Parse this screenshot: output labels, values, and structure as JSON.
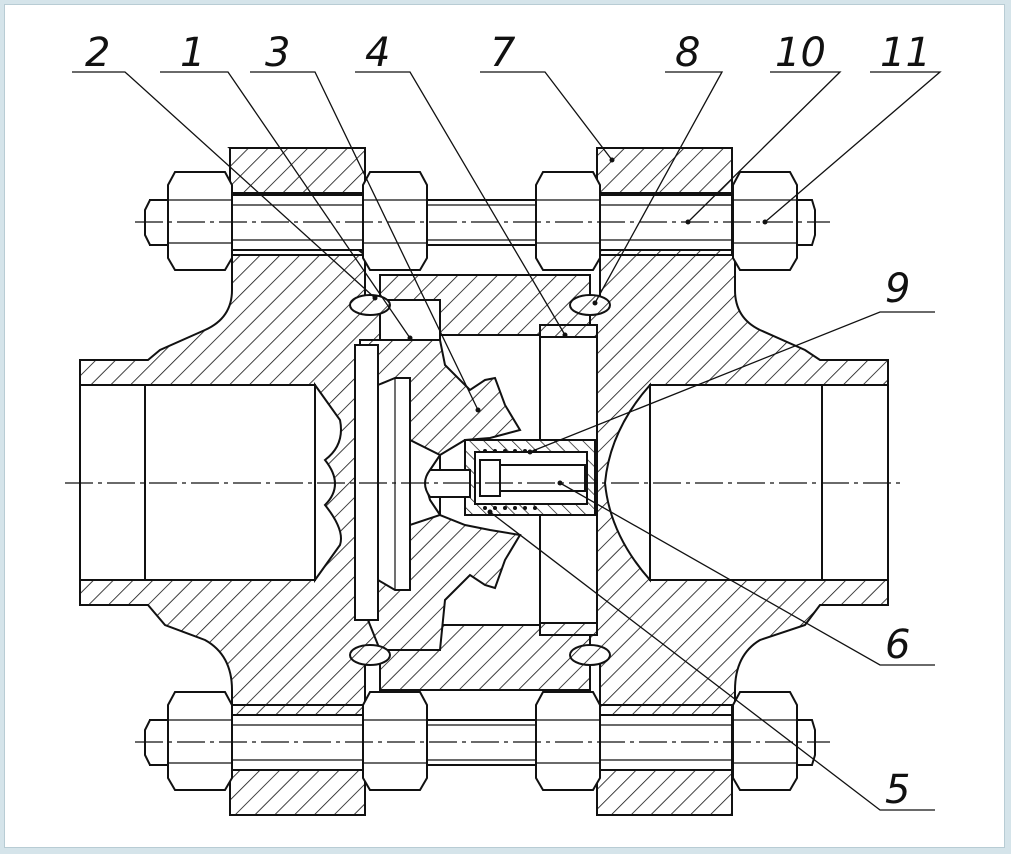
{
  "callouts": [
    {
      "id": "2",
      "label": "2"
    },
    {
      "id": "1",
      "label": "1"
    },
    {
      "id": "3",
      "label": "3"
    },
    {
      "id": "4",
      "label": "4"
    },
    {
      "id": "7",
      "label": "7"
    },
    {
      "id": "8",
      "label": "8"
    },
    {
      "id": "10",
      "label": "10"
    },
    {
      "id": "11",
      "label": "11"
    },
    {
      "id": "9",
      "label": "9"
    },
    {
      "id": "6",
      "label": "6"
    },
    {
      "id": "5",
      "label": "5"
    }
  ],
  "colors": {
    "page_background": "#d5e4ea",
    "paper": "#ffffff",
    "ink": "#111111"
  }
}
